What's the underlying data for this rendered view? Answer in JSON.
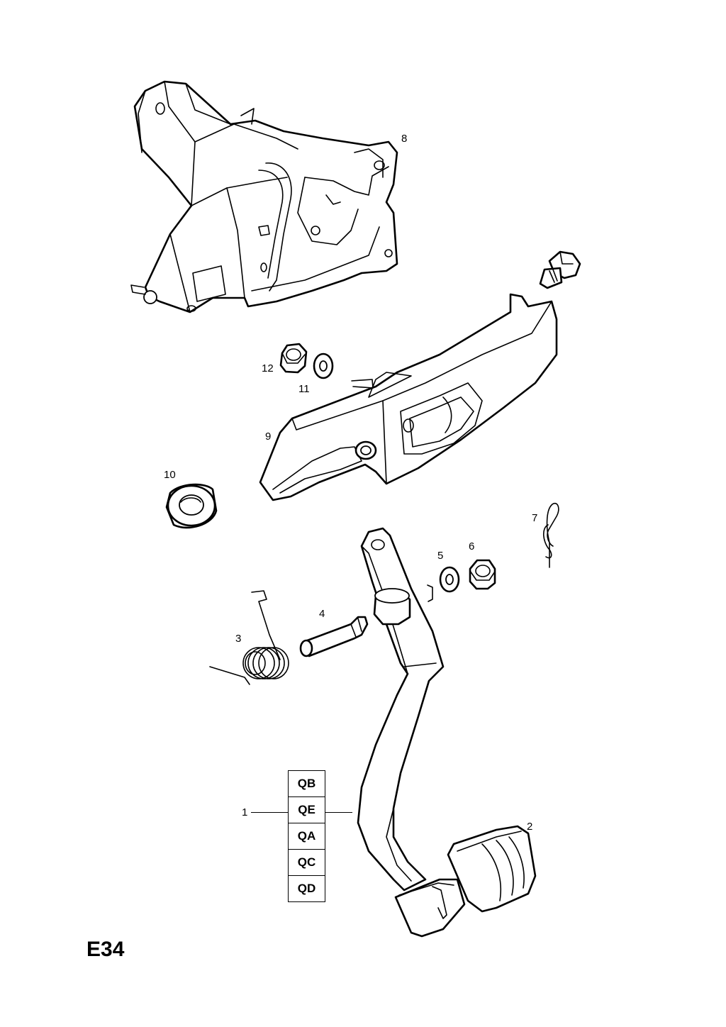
{
  "page_code": "E34",
  "callouts": [
    {
      "id": "1",
      "text": "1"
    },
    {
      "id": "2",
      "text": "2"
    },
    {
      "id": "3",
      "text": "3"
    },
    {
      "id": "4",
      "text": "4"
    },
    {
      "id": "5",
      "text": "5"
    },
    {
      "id": "6",
      "text": "6"
    },
    {
      "id": "7",
      "text": "7"
    },
    {
      "id": "8",
      "text": "8"
    },
    {
      "id": "9",
      "text": "9"
    },
    {
      "id": "10",
      "text": "10"
    },
    {
      "id": "11",
      "text": "11"
    },
    {
      "id": "12",
      "text": "12"
    }
  ],
  "variants": [
    "QB",
    "QE",
    "QA",
    "QC",
    "QD"
  ]
}
